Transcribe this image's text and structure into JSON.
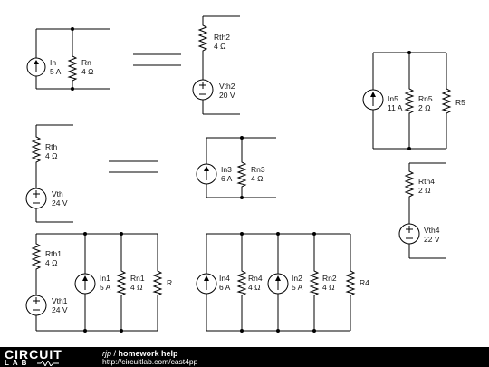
{
  "circuits": {
    "norton_top": {
      "source_name": "In",
      "source_value": "5 A",
      "resistor_name": "Rn",
      "resistor_value": "4 Ω"
    },
    "thevenin_top": {
      "resistor_name": "Rth2",
      "resistor_value": "4 Ω",
      "source_name": "Vth2",
      "source_value": "20 V"
    },
    "parallel_right": {
      "source_name": "In5",
      "source_value": "11 A",
      "resistor_name": "Rn5",
      "resistor_value": "2 Ω",
      "load_name": "R5"
    },
    "thevenin_mid_left": {
      "resistor_name": "Rth",
      "resistor_value": "4 Ω",
      "source_name": "Vth",
      "source_value": "24 V"
    },
    "norton_mid": {
      "source_name": "In3",
      "source_value": "6 A",
      "resistor_name": "Rn3",
      "resistor_value": "4 Ω"
    },
    "thevenin_right": {
      "resistor_name": "Rth4",
      "resistor_value": "2 Ω",
      "source_name": "Vth4",
      "source_value": "22 V"
    },
    "mixed_bottom_left": {
      "rth_name": "Rth1",
      "rth_value": "4 Ω",
      "vth_name": "Vth1",
      "vth_value": "24 V",
      "in_name": "In1",
      "in_value": "5 A",
      "rn_name": "Rn1",
      "rn_value": "4 Ω",
      "load_name": "R"
    },
    "parallel_bottom_right": {
      "in4_name": "In4",
      "in4_value": "6 A",
      "rn4_name": "Rn4",
      "rn4_value": "4 Ω",
      "in2_name": "In2",
      "in2_value": "5 A",
      "rn2_name": "Rn2",
      "rn2_value": "4 Ω",
      "load_name": "R4"
    }
  },
  "footer": {
    "logo_top": "CIRCUIT",
    "logo_bottom": "LAB",
    "user": "rjp",
    "separator": " / ",
    "title": "homework help",
    "url": "http://circuitlab.com/cast4pp"
  }
}
